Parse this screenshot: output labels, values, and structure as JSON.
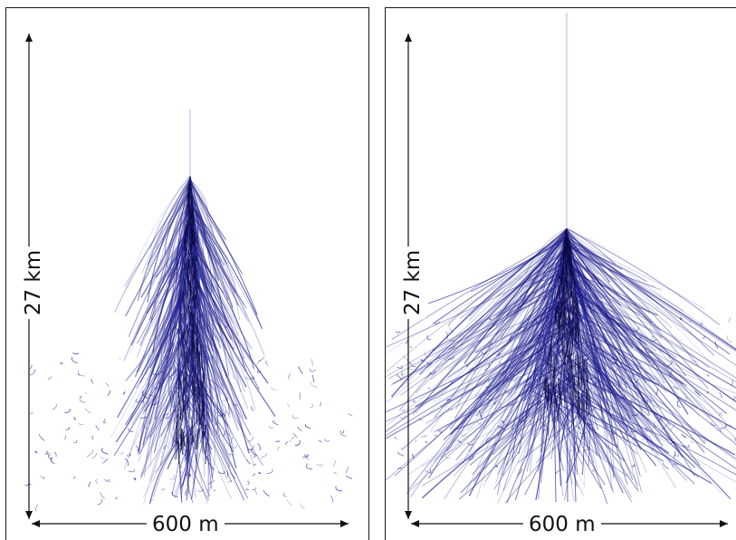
{
  "panels": [
    {
      "id": "left",
      "vertical_label": "27 km",
      "horizontal_label": "600 m",
      "shower_color": "#1a1a8c"
    },
    {
      "id": "right",
      "vertical_label": "27 km",
      "horizontal_label": "600 m",
      "shower_color": "#1a1a8c"
    }
  ]
}
